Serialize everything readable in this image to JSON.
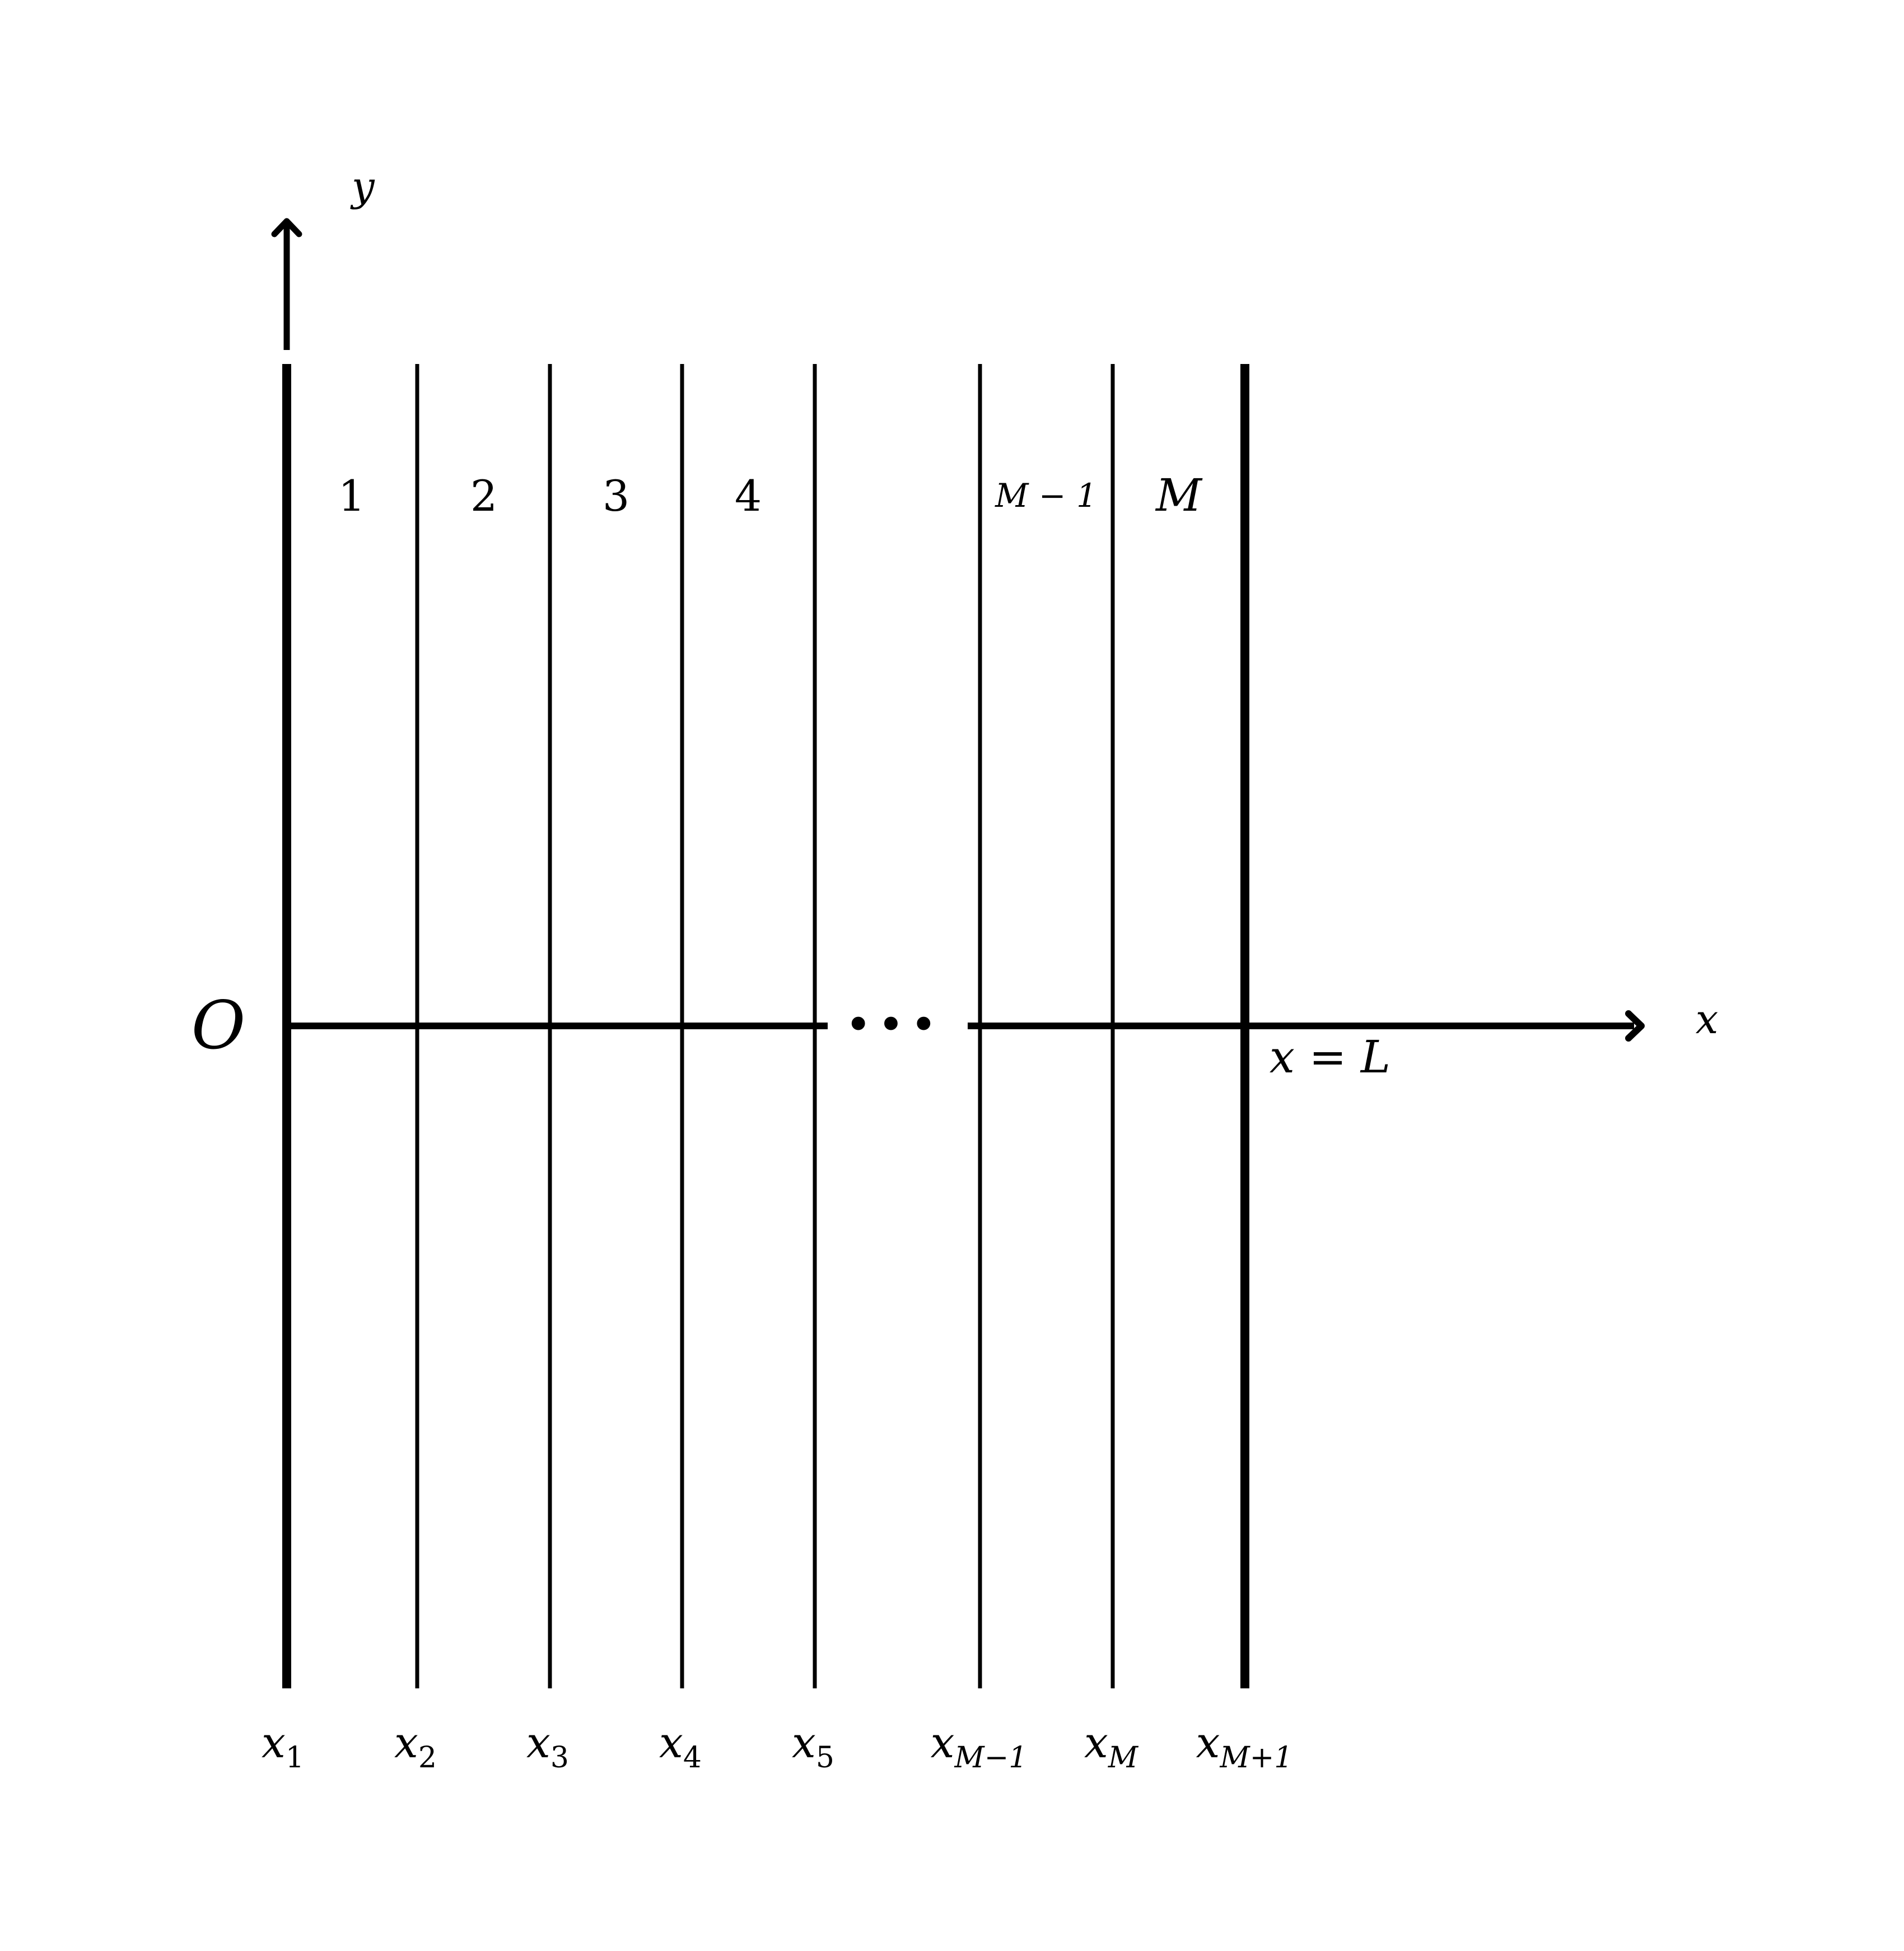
{
  "axes": {
    "y_label": "y",
    "x_label": "x",
    "origin_label": "O",
    "end_label": "x = L",
    "ellipsis": "•••"
  },
  "cells": {
    "c1": "1",
    "c2": "2",
    "c3": "3",
    "c4": "4",
    "c_m_minus_1": "M − 1",
    "c_m": "M"
  },
  "nodes": {
    "n1": {
      "base": "x",
      "sub": "1"
    },
    "n2": {
      "base": "x",
      "sub": "2"
    },
    "n3": {
      "base": "x",
      "sub": "3"
    },
    "n4": {
      "base": "x",
      "sub": "4"
    },
    "n5": {
      "base": "x",
      "sub": "5"
    },
    "n_m_minus_1": {
      "base": "x",
      "sub": "M−1"
    },
    "n_m": {
      "base": "x",
      "sub": "M"
    },
    "n_m_plus_1": {
      "base": "x",
      "sub": "M+1"
    }
  },
  "colors": {
    "line": "#000000",
    "background": "#ffffff"
  }
}
